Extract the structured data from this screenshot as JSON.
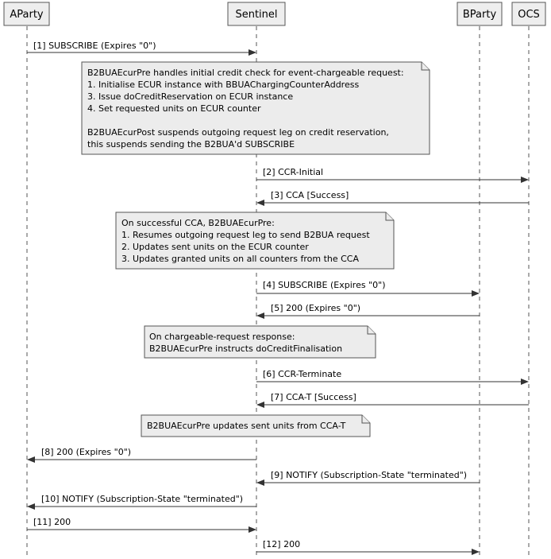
{
  "participants": [
    {
      "id": "aparty",
      "label": "AParty"
    },
    {
      "id": "sentinel",
      "label": "Sentinel"
    },
    {
      "id": "bparty",
      "label": "BParty"
    },
    {
      "id": "ocs",
      "label": "OCS"
    }
  ],
  "messages": [
    {
      "id": "m1",
      "from": "aparty",
      "to": "sentinel",
      "text": "[1] SUBSCRIBE (Expires \"0\")"
    },
    {
      "id": "m2",
      "from": "sentinel",
      "to": "ocs",
      "text": "[2] CCR-Initial"
    },
    {
      "id": "m3",
      "from": "ocs",
      "to": "sentinel",
      "text": "[3] CCA [Success]"
    },
    {
      "id": "m4",
      "from": "sentinel",
      "to": "bparty",
      "text": "[4] SUBSCRIBE (Expires \"0\")"
    },
    {
      "id": "m5",
      "from": "bparty",
      "to": "sentinel",
      "text": "[5] 200 (Expires \"0\")"
    },
    {
      "id": "m6",
      "from": "sentinel",
      "to": "ocs",
      "text": "[6] CCR-Terminate"
    },
    {
      "id": "m7",
      "from": "ocs",
      "to": "sentinel",
      "text": "[7] CCA-T [Success]"
    },
    {
      "id": "m8",
      "from": "sentinel",
      "to": "aparty",
      "text": "[8] 200 (Expires \"0\")"
    },
    {
      "id": "m9",
      "from": "bparty",
      "to": "sentinel",
      "text": "[9] NOTIFY (Subscription-State \"terminated\")"
    },
    {
      "id": "m10",
      "from": "sentinel",
      "to": "aparty",
      "text": "[10] NOTIFY (Subscription-State \"terminated\")"
    },
    {
      "id": "m11",
      "from": "aparty",
      "to": "sentinel",
      "text": "[11] 200"
    },
    {
      "id": "m12",
      "from": "sentinel",
      "to": "bparty",
      "text": "[12] 200"
    }
  ],
  "notes": [
    {
      "id": "n1",
      "lines": [
        "B2BUAEcurPre handles initial credit check for event-chargeable request:",
        "1. Initialise ECUR instance with BBUAChargingCounterAddress",
        "3. Issue doCreditReservation on ECUR instance",
        "4. Set requested units on ECUR counter",
        "",
        "B2BUAEcurPost suspends outgoing request leg on credit reservation,",
        "this suspends sending the B2BUA'd SUBSCRIBE"
      ]
    },
    {
      "id": "n2",
      "lines": [
        "On successful CCA, B2BUAEcurPre:",
        "1. Resumes outgoing request leg to send B2BUA request",
        "2. Updates sent units on the ECUR counter",
        "3. Updates granted units on all counters from the CCA"
      ]
    },
    {
      "id": "n3",
      "lines": [
        "On chargeable-request response:",
        "B2BUAEcurPre instructs doCreditFinalisation"
      ]
    },
    {
      "id": "n4",
      "lines": [
        "B2BUAEcurPre updates sent units from CCA-T"
      ]
    }
  ]
}
